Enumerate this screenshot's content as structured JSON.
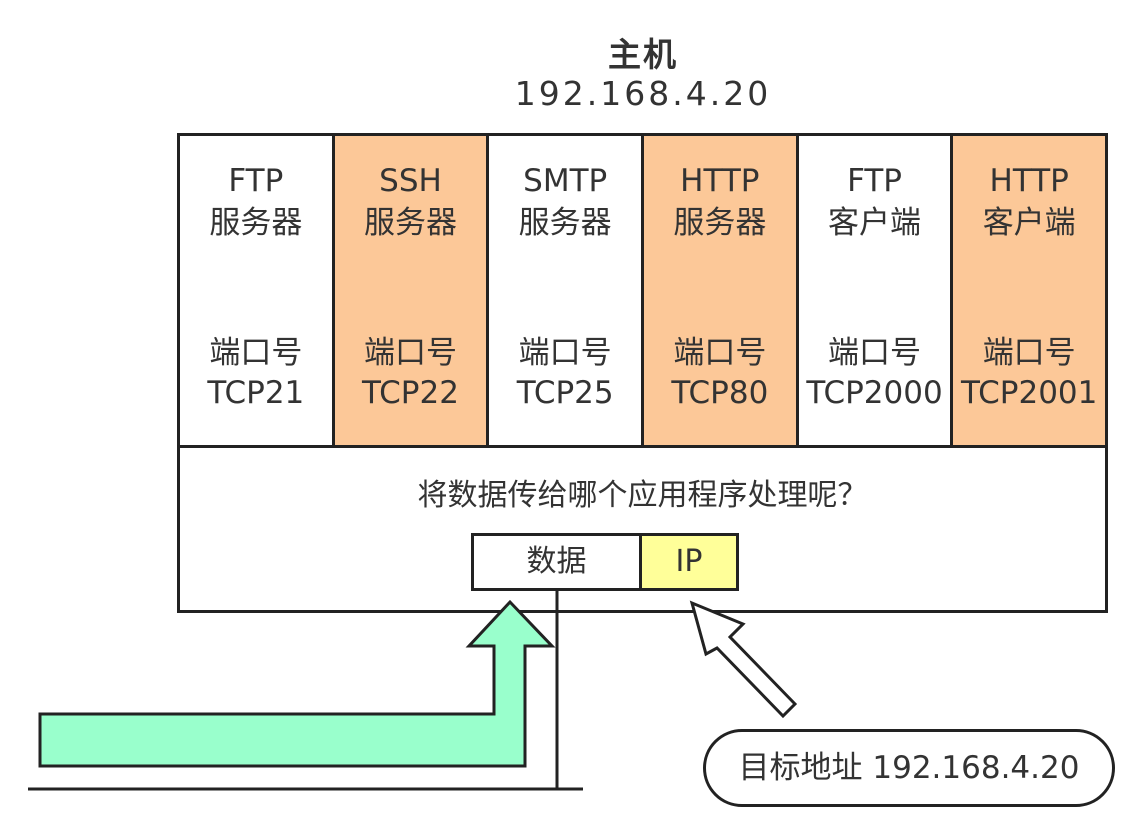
{
  "host": {
    "name": "主机",
    "ip": "192.168.4.20"
  },
  "applications": [
    {
      "name": "FTP",
      "role": "服务器",
      "port_label": "端口号",
      "port": "TCP21",
      "highlighted": false
    },
    {
      "name": "SSH",
      "role": "服务器",
      "port_label": "端口号",
      "port": "TCP22",
      "highlighted": true
    },
    {
      "name": "SMTP",
      "role": "服务器",
      "port_label": "端口号",
      "port": "TCP25",
      "highlighted": false
    },
    {
      "name": "HTTP",
      "role": "服务器",
      "port_label": "端口号",
      "port": "TCP80",
      "highlighted": true
    },
    {
      "name": "FTP",
      "role": "客户端",
      "port_label": "端口号",
      "port": "TCP2000",
      "highlighted": false
    },
    {
      "name": "HTTP",
      "role": "客户端",
      "port_label": "端口号",
      "port": "TCP2001",
      "highlighted": true
    }
  ],
  "question": "将数据传给哪个应用程序处理呢？",
  "packet": {
    "data_label": "数据",
    "ip_label": "IP"
  },
  "destination": "目标地址 192.168.4.20",
  "colors": {
    "highlight": "#fcc898",
    "ip_field": "#ffff99",
    "flow_arrow": "#99ffcc",
    "line": "#222222"
  }
}
